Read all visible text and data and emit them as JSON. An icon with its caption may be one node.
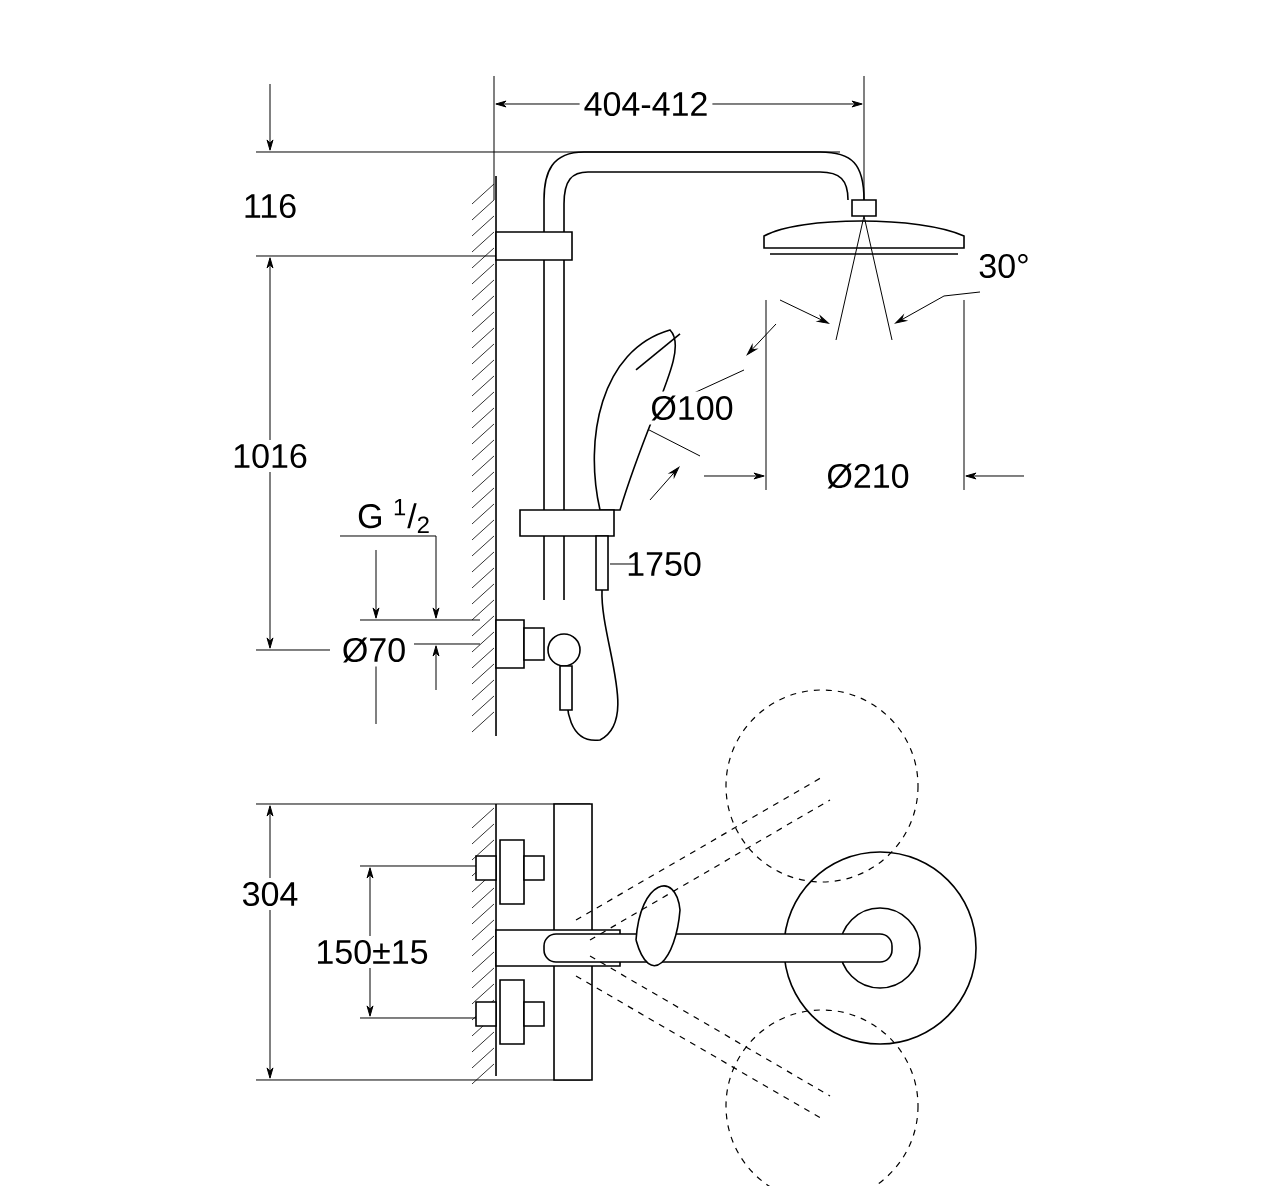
{
  "diagram": {
    "labels": [
      "404-412",
      "116",
      "30°",
      "Ø100",
      "1016",
      "Ø210",
      "G $^{1}$/$_{2}$",
      "1750",
      "Ø70",
      "304",
      "150±15"
    ]
  }
}
